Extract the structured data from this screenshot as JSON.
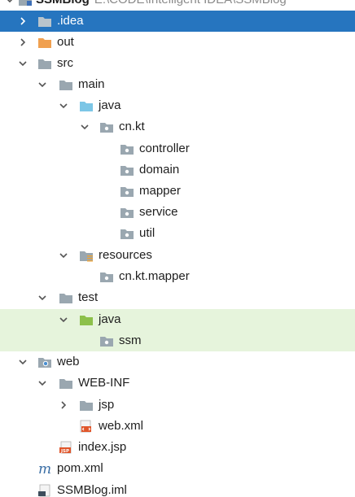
{
  "project": {
    "name": "SSMBlog",
    "path": "E:\\CODE\\Intelligent IDEA\\SSMBlog"
  },
  "colors": {
    "selection": "#2675bf",
    "test_highlight": "#e6f4dc",
    "folder": "#9aa7b0",
    "source_folder": "#7cc6e6",
    "excluded_folder": "#f0a050",
    "test_folder": "#8cc04a",
    "maven": "#3a6ea5"
  },
  "tree": [
    {
      "name": ".idea",
      "icon": "folder-icon"
    },
    {
      "name": "out",
      "icon": "excluded-folder-icon"
    },
    {
      "name": "src",
      "icon": "folder-icon"
    },
    {
      "name": "main",
      "icon": "folder-icon"
    },
    {
      "name": "java",
      "icon": "source-folder-icon"
    },
    {
      "name": "cn.kt",
      "icon": "package-icon"
    },
    {
      "name": "controller",
      "icon": "package-icon"
    },
    {
      "name": "domain",
      "icon": "package-icon"
    },
    {
      "name": "mapper",
      "icon": "package-icon"
    },
    {
      "name": "service",
      "icon": "package-icon"
    },
    {
      "name": "util",
      "icon": "package-icon"
    },
    {
      "name": "resources",
      "icon": "resources-folder-icon"
    },
    {
      "name": "cn.kt.mapper",
      "icon": "package-icon"
    },
    {
      "name": "test",
      "icon": "folder-icon"
    },
    {
      "name": "java",
      "icon": "test-source-folder-icon"
    },
    {
      "name": "ssm",
      "icon": "package-icon"
    },
    {
      "name": "web",
      "icon": "web-folder-icon"
    },
    {
      "name": "WEB-INF",
      "icon": "folder-icon"
    },
    {
      "name": "jsp",
      "icon": "folder-icon"
    },
    {
      "name": "web.xml",
      "icon": "web-xml-file-icon"
    },
    {
      "name": "index.jsp",
      "icon": "jsp-file-icon"
    },
    {
      "name": "pom.xml",
      "icon": "maven-file-icon"
    },
    {
      "name": "SSMBlog.iml",
      "icon": "iml-file-icon"
    }
  ]
}
